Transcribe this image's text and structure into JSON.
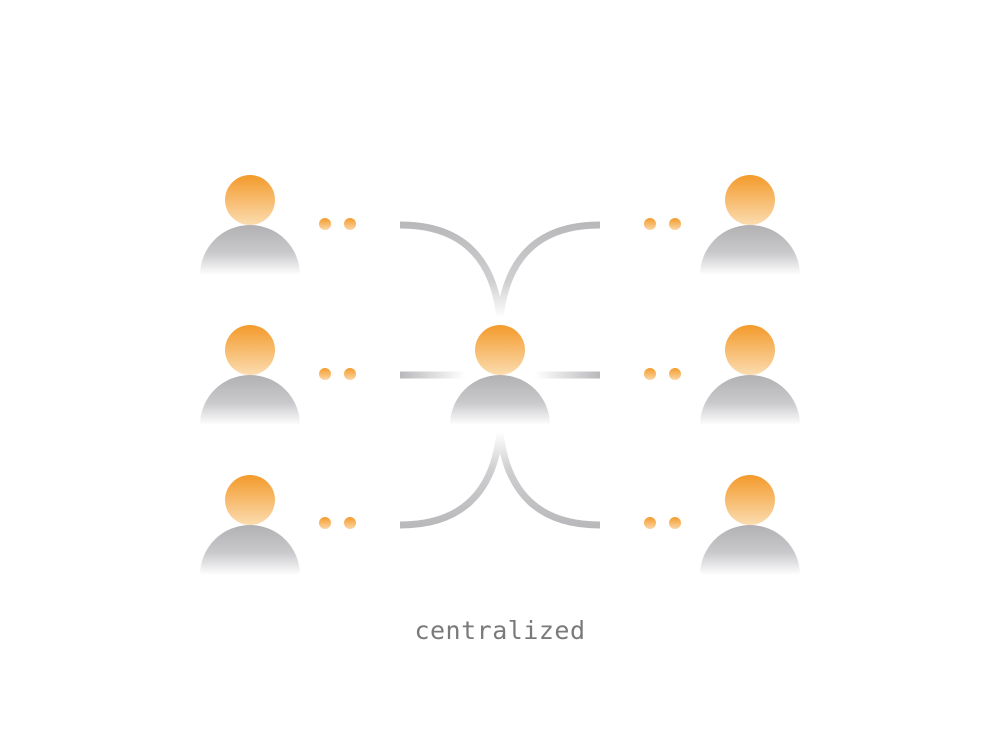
{
  "caption": "centralized",
  "colors": {
    "head_top": "#f39a2b",
    "head_bottom": "#fbdcb0",
    "body_top": "#b1b1b4",
    "body_bottom": "#ffffff",
    "connector": "#b9b9bc",
    "caption": "#7a7a7a"
  },
  "nodes": [
    {
      "id": "left-top",
      "role": "peer"
    },
    {
      "id": "left-middle",
      "role": "peer"
    },
    {
      "id": "left-bottom",
      "role": "peer"
    },
    {
      "id": "center",
      "role": "hub"
    },
    {
      "id": "right-top",
      "role": "peer"
    },
    {
      "id": "right-middle",
      "role": "peer"
    },
    {
      "id": "right-bottom",
      "role": "peer"
    }
  ],
  "connections": [
    {
      "from": "left-top",
      "to": "center"
    },
    {
      "from": "left-middle",
      "to": "center"
    },
    {
      "from": "left-bottom",
      "to": "center"
    },
    {
      "from": "right-top",
      "to": "center"
    },
    {
      "from": "right-middle",
      "to": "center"
    },
    {
      "from": "right-bottom",
      "to": "center"
    }
  ]
}
